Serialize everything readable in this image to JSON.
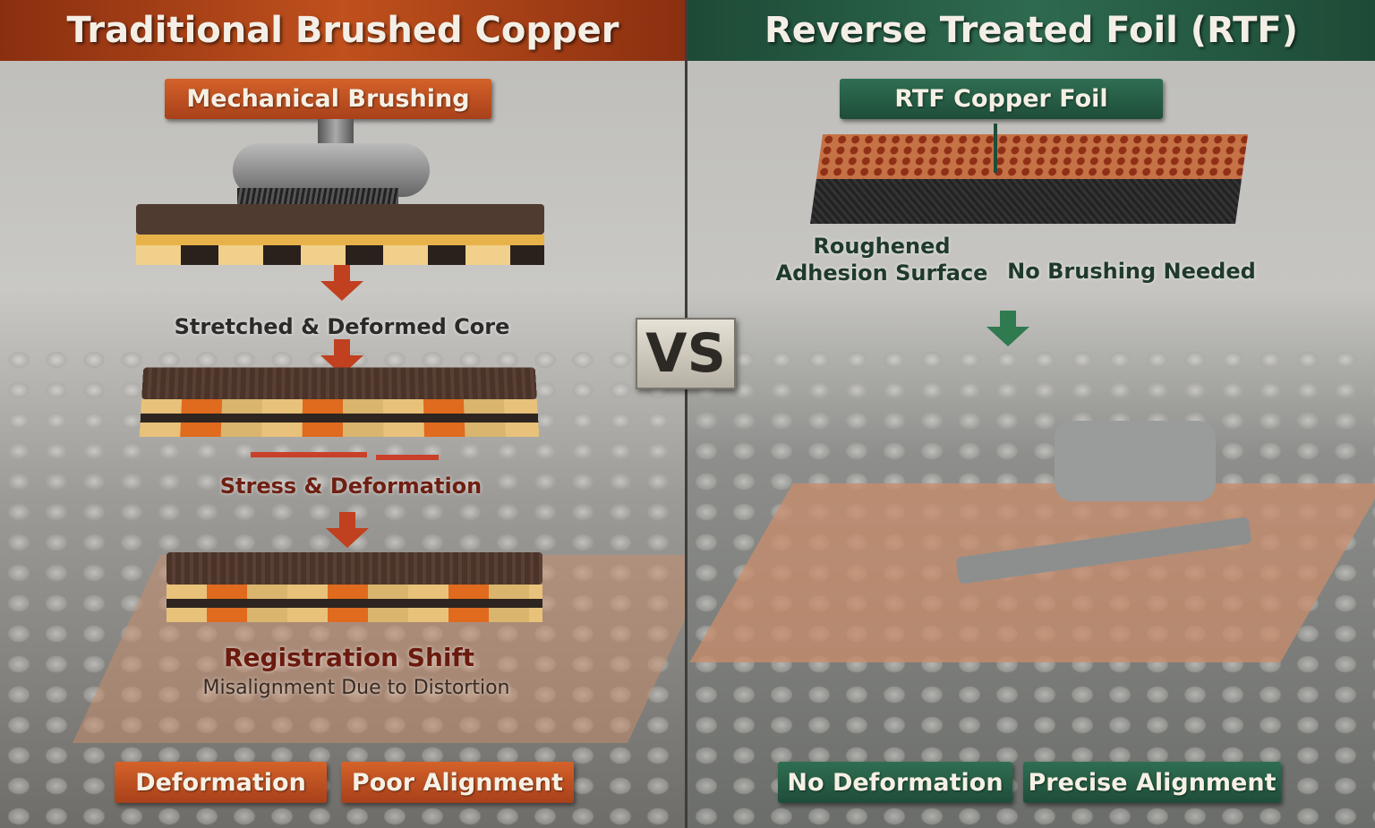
{
  "left": {
    "title": "Traditional Brushed Copper",
    "process_label": "Mechanical Brushing",
    "step1": "Stretched & Deformed Core",
    "step2": "Stress & Deformation",
    "result_title": "Registration Shift",
    "result_subtitle": "Misalignment Due to Distortion",
    "badges": [
      "Deformation",
      "Poor Alignment"
    ],
    "accent": "#c0501d"
  },
  "vs": "VS",
  "right": {
    "title": "Reverse Treated Foil (RTF)",
    "process_label": "RTF Copper Foil",
    "callout1": "Roughened\nAdhesion Surface",
    "callout2": "No Brushing Needed",
    "badges": [
      "No Deformation",
      "Precise Alignment"
    ],
    "accent": "#2e6a4f"
  }
}
